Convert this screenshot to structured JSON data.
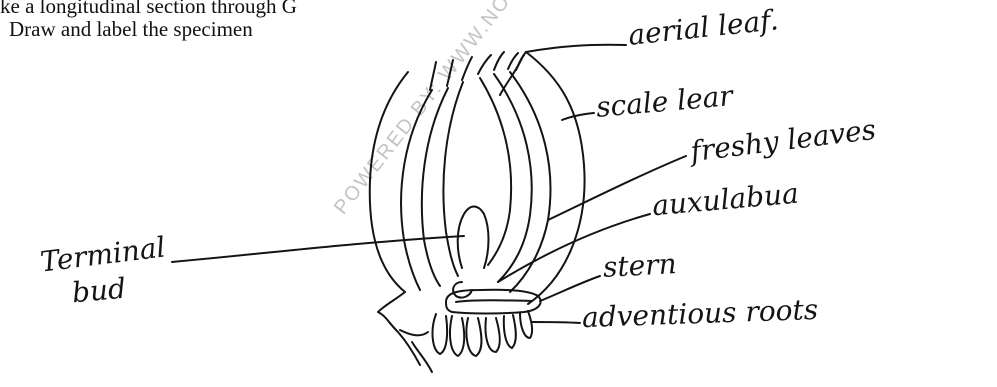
{
  "question": {
    "line1": "ke a longitudinal section through G",
    "line2": "Draw and label the specimen"
  },
  "watermark": "POWERED BY: WWW.NOTES",
  "labels": {
    "aerial_leaf": "aerial leaf.",
    "scale_leaf": "scale lear",
    "fleshy_leaves": "freshy leaves",
    "axillary_bud": "auxulabua",
    "stem": "stern",
    "adventitious_roots": "adventious roots",
    "terminal_bud_line1": "Terminal",
    "terminal_bud_line2": "bud"
  },
  "colors": {
    "ink": "#141414",
    "watermark": "#c4c4c4"
  }
}
